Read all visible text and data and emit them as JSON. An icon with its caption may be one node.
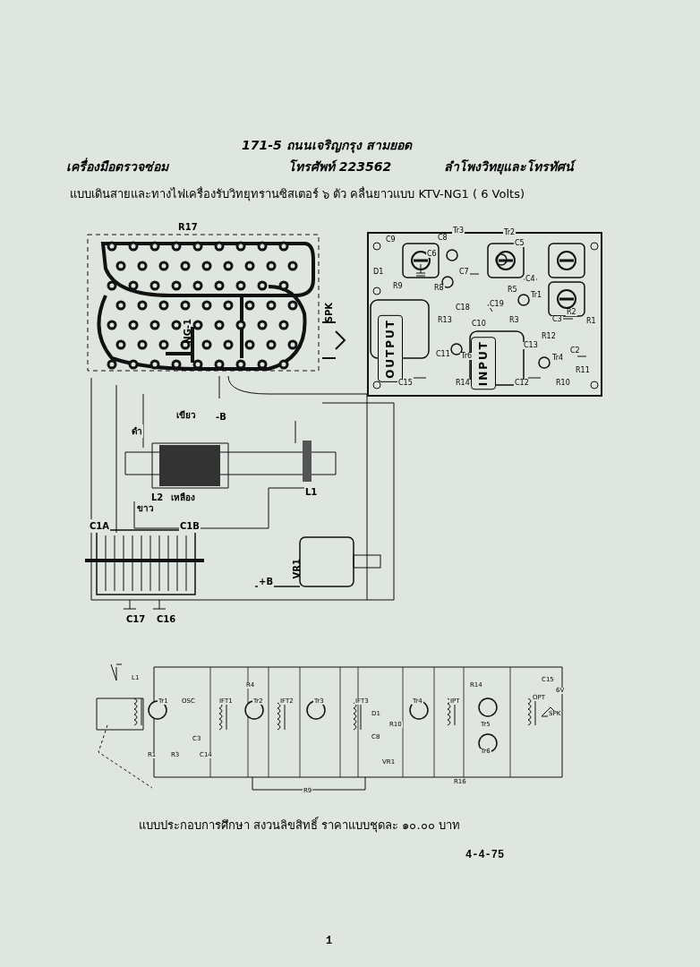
{
  "diagram": {
    "title": "แบบเดินสายและทางไฟเครื่องรับวิทยุทรานซิสเตอร์ ๖ ตัว คลื่นยาวแบบ KTV-NG1 ( 6 Volts)",
    "caption": "แบบประกอบการศึกษา สงวนลิขสิทธิ์  ราคาแบบชุดละ ๑๐.๐๐ บาท",
    "labels": [
      "171-5 ถนนเจริญกรุง สามยอด",
      "เครื่องมือตรวจซ่อม",
      "โทรศัพท์ 223562",
      "ลำโพงวิทยุและโทรทัศน์",
      "R17",
      "NG-1",
      "SPK",
      "เขียว",
      "-B",
      "ดำ",
      "L2",
      "เหลือง",
      "L1",
      "ขาว",
      "C1A",
      "C1B",
      "VR1",
      "+B",
      "C17",
      "C16",
      "OUTPUT",
      "INPUT",
      "D1",
      "C9",
      "C6",
      "C8",
      "Tr3",
      "Tr2",
      "C5",
      "C7",
      "C4",
      "R9",
      "R8",
      "C18",
      "C19",
      "R5",
      "Tr1",
      "R3",
      "C3",
      "R2",
      "R1",
      "C10",
      "R13",
      "R12",
      "C11",
      "Tr6",
      "C13",
      "C2",
      "Tr4",
      "R11",
      "C15",
      "R14",
      "C12",
      "R10",
      "L1",
      "Tr1",
      "OSC",
      "C3",
      "IFT1",
      "R4",
      "Tr2",
      "IFT2",
      "Tr3",
      "IFT3",
      "D1",
      "C8",
      "R10",
      "VR1",
      "Tr4",
      "IPT",
      "R14",
      "Tr5",
      "Tr6",
      "OPT",
      "SPK",
      "C15",
      "6V",
      "R16",
      "R9",
      "R1",
      "R3",
      "C14",
      "4-4-75",
      "1"
    ]
  }
}
